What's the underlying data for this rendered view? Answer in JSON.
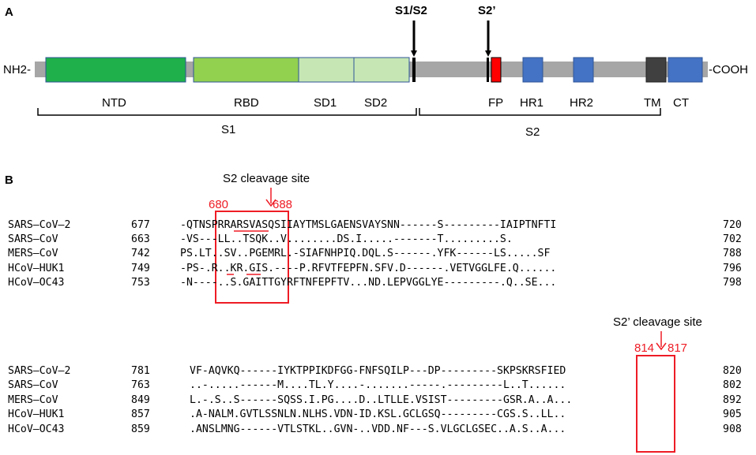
{
  "panel_a": {
    "label": "A",
    "n_terminus": "NH2-",
    "c_terminus": "-COOH",
    "arrows": [
      {
        "label": "S1/S2"
      },
      {
        "label": "S2’"
      }
    ],
    "domains": [
      {
        "label": "NTD",
        "color": "#1fb04b"
      },
      {
        "label": "RBD",
        "color": "#92d050"
      },
      {
        "label": "SD1",
        "color": "#c6e7b4"
      },
      {
        "label": "SD2",
        "color": "#c6e7b4"
      },
      {
        "label": "FP",
        "color": "#ff0000"
      },
      {
        "label": "HR1",
        "color": "#4472c4"
      },
      {
        "label": "HR2",
        "color": "#4472c4"
      },
      {
        "label": "TM",
        "color": "#404040"
      },
      {
        "label": "CT",
        "color": "#4472c4"
      }
    ],
    "subunits": [
      {
        "label": "S1"
      },
      {
        "label": "S2"
      }
    ]
  },
  "panel_b": {
    "label": "B",
    "block1": {
      "annotation": "S2 cleavage site",
      "start_pos": "680",
      "end_pos": "688",
      "rows": [
        {
          "name": "SARS–CoV–2",
          "start": "677",
          "seq": "-QTNSPRRARSVASQSIIAYTMSLGAENSVAYSNN------S---------IAIPTNFTI",
          "end": "720"
        },
        {
          "name": "SARS–CoV",
          "start": "663",
          "seq": "-VS---LL..TSQK..V........DS.I.....-------T.........S.",
          "end": "702"
        },
        {
          "name": "MERS–CoV",
          "start": "742",
          "seq": "PS.LT..SV..PGEMRL.-SIAFNHPIQ.DQL.S------.YFK------LS.....SF",
          "end": "788"
        },
        {
          "name": "HCoV–HUK1",
          "start": "749",
          "seq": "-PS-.R..KR.GIS.----P.RFVTFEPFN.SFV.D------.VETVGGLFE.Q......",
          "end": "796"
        },
        {
          "name": "HCoV–OC43",
          "start": "753",
          "seq": "-N----..S.GAITTGYRFTNFEPFTV...ND.LEPVGGLYE---------.Q..SE...",
          "end": "798"
        }
      ]
    },
    "block2": {
      "annotation": "S2’ cleavage site",
      "start_pos": "814",
      "end_pos": "817",
      "rows": [
        {
          "name": "SARS–CoV–2",
          "start": "781",
          "seq": "VF-AQVKQ------IYKTPPIKDFGG-FNFSQILP---DP---------SKPSKRSFIED",
          "end": "820"
        },
        {
          "name": "SARS–CoV",
          "start": "763",
          "seq": "..-.....------M....TL.Y....-.......-----.---------L..T......",
          "end": "802"
        },
        {
          "name": "MERS–CoV",
          "start": "849",
          "seq": "L.-.S..S------SQSS.I.PG....D..LTLLE.VSIST---------GSR.A..A...",
          "end": "892"
        },
        {
          "name": "HCoV–HUK1",
          "start": "857",
          "seq": ".A-NALM.GVTLSSNLN.NLHS.VDN-ID.KSL.GCLGSQ---------CGS.S..LL..",
          "end": "905"
        },
        {
          "name": "HCoV–OC43",
          "start": "859",
          "seq": ".ANSLMNG------VTLSTKL..GVN-..VDD.NF---S.VLGCLGSEC..A.S..A...",
          "end": "908"
        }
      ]
    }
  }
}
